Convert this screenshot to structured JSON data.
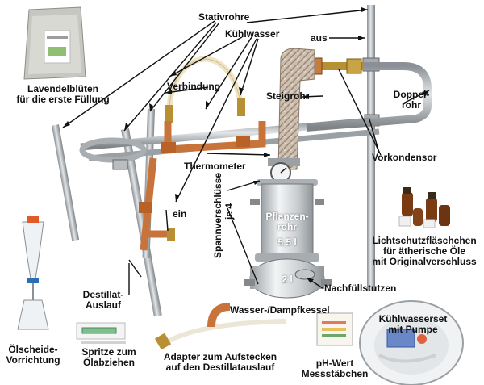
{
  "labels": {
    "stativrohre": "Stativrohre",
    "kuehlwasser": "Kühlwasser",
    "aus": "aus",
    "lavendel_1": "Lavendelblüten",
    "lavendel_2": "für die erste Füllung",
    "verbindung": "Verbindung",
    "steigrohr": "Steigrohr",
    "doppelrohr_1": "Doppel-",
    "doppelrohr_2": "rohr",
    "vorkondensor": "Vorkondensor",
    "thermometer": "Thermometer",
    "spannverschluesse_1": "Spannverschlüsse",
    "spannverschluesse_2": "je 4",
    "ein": "ein",
    "pflanzenrohr_1": "Pflanzen-",
    "pflanzenrohr_2": "rohr",
    "pflanzenrohr_vol": "5,5 l",
    "kessel_vol": "2 l",
    "nachfuellstutzen": "Nachfüllstutzen",
    "kessel": "Wasser-/Dampfkessel",
    "lichtschutz_1": "Lichtschutzfläschchen",
    "lichtschutz_2": "für ätherische Öle",
    "lichtschutz_3": "mit Originalverschluss",
    "destillat_1": "Destillat-",
    "destillat_2": "Auslauf",
    "oelscheide_1": "Ölscheide-",
    "oelscheide_2": "Vorrichtung",
    "spritze_1": "Spritze zum",
    "spritze_2": "Ölabziehen",
    "adapter_1": "Adapter zum Aufstecken",
    "adapter_2": "auf den Destillatauslauf",
    "ph_1": "pH-Wert",
    "ph_2": "Messstäbchen",
    "kuehlset_1": "Kühlwasserset",
    "kuehlset_2": "mit Pumpe"
  },
  "colors": {
    "steel": "#b9bdc0",
    "steel_dark": "#7d8387",
    "copper": "#c8733a",
    "brass": "#b89033",
    "insulation": "#c9b8a6",
    "hose": "#efe4c4",
    "bottle": "#7a3b12",
    "arrow": "#111111"
  }
}
